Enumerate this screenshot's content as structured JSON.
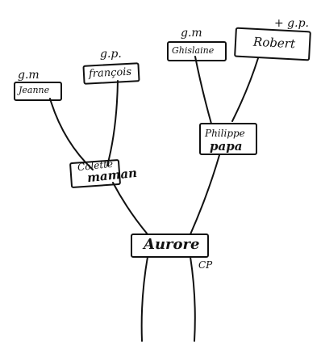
{
  "family_tree": {
    "grandparents": {
      "maternal_grandmother": {
        "name": "Jeanne",
        "relation": "g.m"
      },
      "maternal_grandfather": {
        "name": "françois",
        "relation": "g.p."
      },
      "paternal_grandmother": {
        "name": "Ghislaine",
        "relation": "g.m"
      },
      "paternal_grandfather": {
        "name": "Robert",
        "relation": "+ g.p."
      }
    },
    "parents": {
      "mother": {
        "name": "Colette",
        "relation": "maman"
      },
      "father": {
        "name": "Philippe",
        "relation": "papa"
      }
    },
    "child": {
      "name": "Aurore",
      "grade": "CP"
    }
  }
}
